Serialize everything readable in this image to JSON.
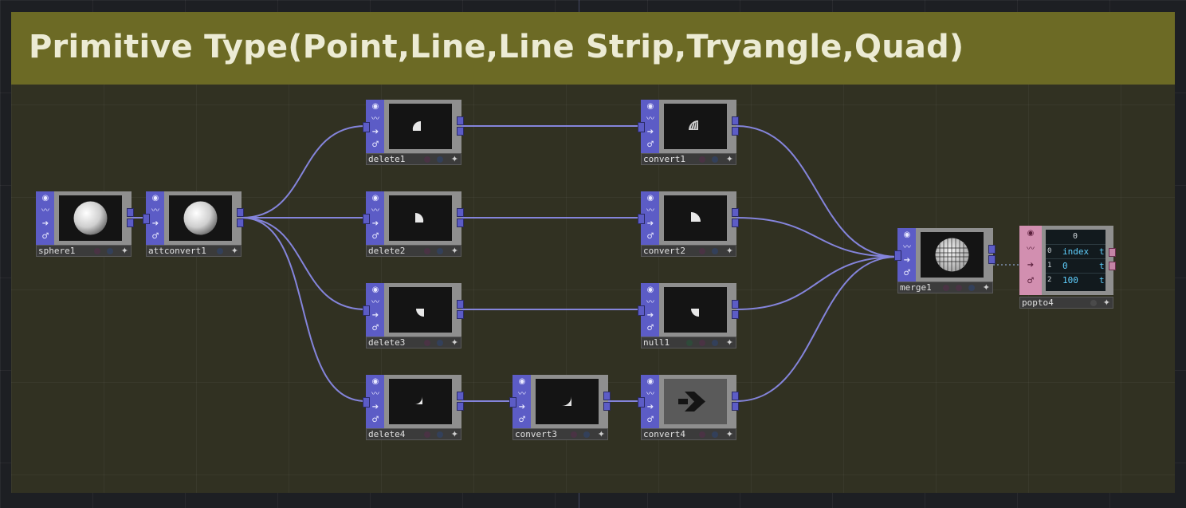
{
  "title": "Primitive Type(Point,Line,Line Strip,Tryangle,Quad)",
  "colors": {
    "background": "#1d1f23",
    "annotation_body": "#313122",
    "annotation_header": "#6c6a25",
    "title_text": "#ecebd4",
    "wire": "#8e8ef0",
    "pop_node": "#5c5cc6",
    "dat_node": "#d28fb0"
  },
  "nodes": {
    "sphere1": {
      "name": "sphere1",
      "preview": "sphere-icon"
    },
    "attconvert1": {
      "name": "attconvert1",
      "preview": "sphere-icon"
    },
    "delete1": {
      "name": "delete1",
      "preview": "quarter-sphere-icon"
    },
    "delete2": {
      "name": "delete2",
      "preview": "quarter-sphere-icon"
    },
    "delete3": {
      "name": "delete3",
      "preview": "quarter-sphere-icon"
    },
    "delete4": {
      "name": "delete4",
      "preview": "quarter-sphere-icon"
    },
    "convert1": {
      "name": "convert1",
      "preview": "point-quarter-icon"
    },
    "convert2": {
      "name": "convert2",
      "preview": "quarter-sphere-icon"
    },
    "null1": {
      "name": "null1",
      "preview": "quarter-sphere-icon"
    },
    "convert3": {
      "name": "convert3",
      "preview": "quarter-sphere-icon"
    },
    "convert4": {
      "name": "convert4",
      "preview": "arrow-icon"
    },
    "merge1": {
      "name": "merge1",
      "preview": "wire-sphere-icon"
    },
    "popto4": {
      "name": "popto4",
      "header": "0",
      "rows": [
        {
          "index": "0",
          "col0": "index",
          "col1": "t"
        },
        {
          "index": "1",
          "col0": "0",
          "col1": "t"
        },
        {
          "index": "2",
          "col0": "100",
          "col1": "t"
        }
      ]
    }
  }
}
